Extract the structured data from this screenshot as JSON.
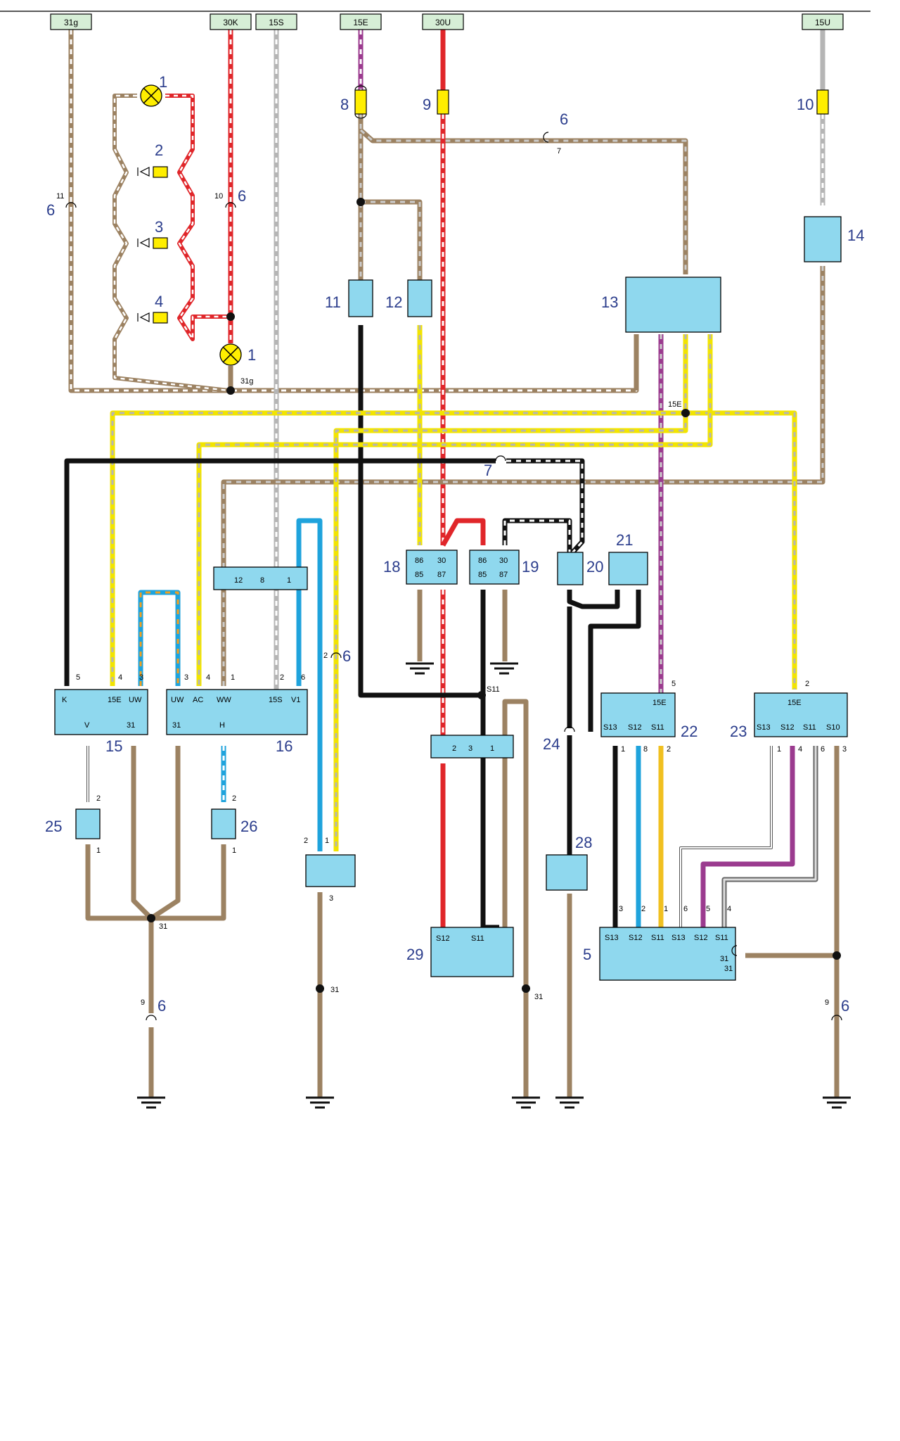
{
  "buses": [
    "31g",
    "30K",
    "15S",
    "15E",
    "30U",
    "15U"
  ],
  "numbers": {
    "n1a": "1",
    "n1b": "1",
    "n2": "2",
    "n3": "3",
    "n4": "4",
    "n5": "5",
    "n6a": "6",
    "n6b": "6",
    "n6c": "6",
    "n6d": "6",
    "n6e": "6",
    "n6f": "6",
    "n7": "7",
    "n8": "8",
    "n9": "9",
    "n10": "10",
    "n11": "11",
    "n12": "12",
    "n13": "13",
    "n14": "14",
    "n15": "15",
    "n16": "16",
    "n18": "18",
    "n19": "19",
    "n20": "20",
    "n21": "21",
    "n22": "22",
    "n23": "23",
    "n24": "24",
    "n25": "25",
    "n26": "26",
    "n28": "28",
    "n29": "29"
  },
  "connector_pins": {
    "p11": "11",
    "p10": "10",
    "p7": "7",
    "p31g": "31g",
    "p15E_a": "15E",
    "pS11_a": "S11",
    "c15_5": "5",
    "c15_4": "4",
    "c15_3": "3",
    "c16_3": "3",
    "c16_4": "4",
    "c16_1": "1",
    "c16_2": "2",
    "c16_6": "6",
    "cb_12": "12",
    "cb_8": "8",
    "cb_1": "1",
    "c26_2a": "2",
    "c26_1a": "1",
    "c25_2": "2",
    "c25_1": "1",
    "c27_2a": "2",
    "c27_2b": "2",
    "c27_1": "1",
    "c27_3": "3",
    "c31a": "31",
    "c31b": "31",
    "c31c": "31",
    "c31d": "31",
    "c29_2": "2",
    "c29_3": "3",
    "c29_1": "1",
    "c22_5": "5",
    "c22_1": "1",
    "c22_8": "8",
    "c22_2": "2",
    "c23_2": "2",
    "c23_1": "1",
    "c23_4": "4",
    "c23_6": "6",
    "c23_3": "3",
    "c5_3": "3",
    "c5_2": "2",
    "c5_1": "1",
    "c5_6": "6",
    "c5_5": "5",
    "c5_4": "4",
    "c9a": "9",
    "c9b": "9"
  },
  "component_labels": {
    "c15_K": "K",
    "c15_15E": "15E",
    "c15_UW": "UW",
    "c15_V": "V",
    "c15_31": "31",
    "c16_UW": "UW",
    "c16_AC": "AC",
    "c16_WW": "WW",
    "c16_15S": "15S",
    "c16_V1": "V1",
    "c16_31": "31",
    "c16_H": "H",
    "r18_86": "86",
    "r18_30": "30",
    "r18_85": "85",
    "r18_87": "87",
    "r19_86": "86",
    "r19_30": "30",
    "r19_85": "85",
    "r19_87": "87",
    "c22_15E": "15E",
    "c22_S13": "S13",
    "c22_S12": "S12",
    "c22_S11": "S11",
    "c23_15E": "15E",
    "c23_S13": "S13",
    "c23_S12": "S12",
    "c23_S11": "S11",
    "c23_S10": "S10",
    "c29_S12": "S12",
    "c29_S11": "S11",
    "c5_S13a": "S13",
    "c5_S12a": "S12",
    "c5_S11a": "S11",
    "c5_S13b": "S13",
    "c5_S12b": "S12",
    "c5_S11b": "S11",
    "c5_31": "31"
  },
  "colors": {
    "brown": "#9c8262",
    "red": "#e0262a",
    "gray": "#b5b5b5",
    "purple": "#9b3b8f",
    "yellow": "#f2e400",
    "blue": "#1fa3dc",
    "orange": "#f0a020",
    "black": "#111111",
    "white": "#ffffff",
    "component": "#8fd8ee",
    "bus": "#d6eed6",
    "fuse": "#ffee00"
  }
}
